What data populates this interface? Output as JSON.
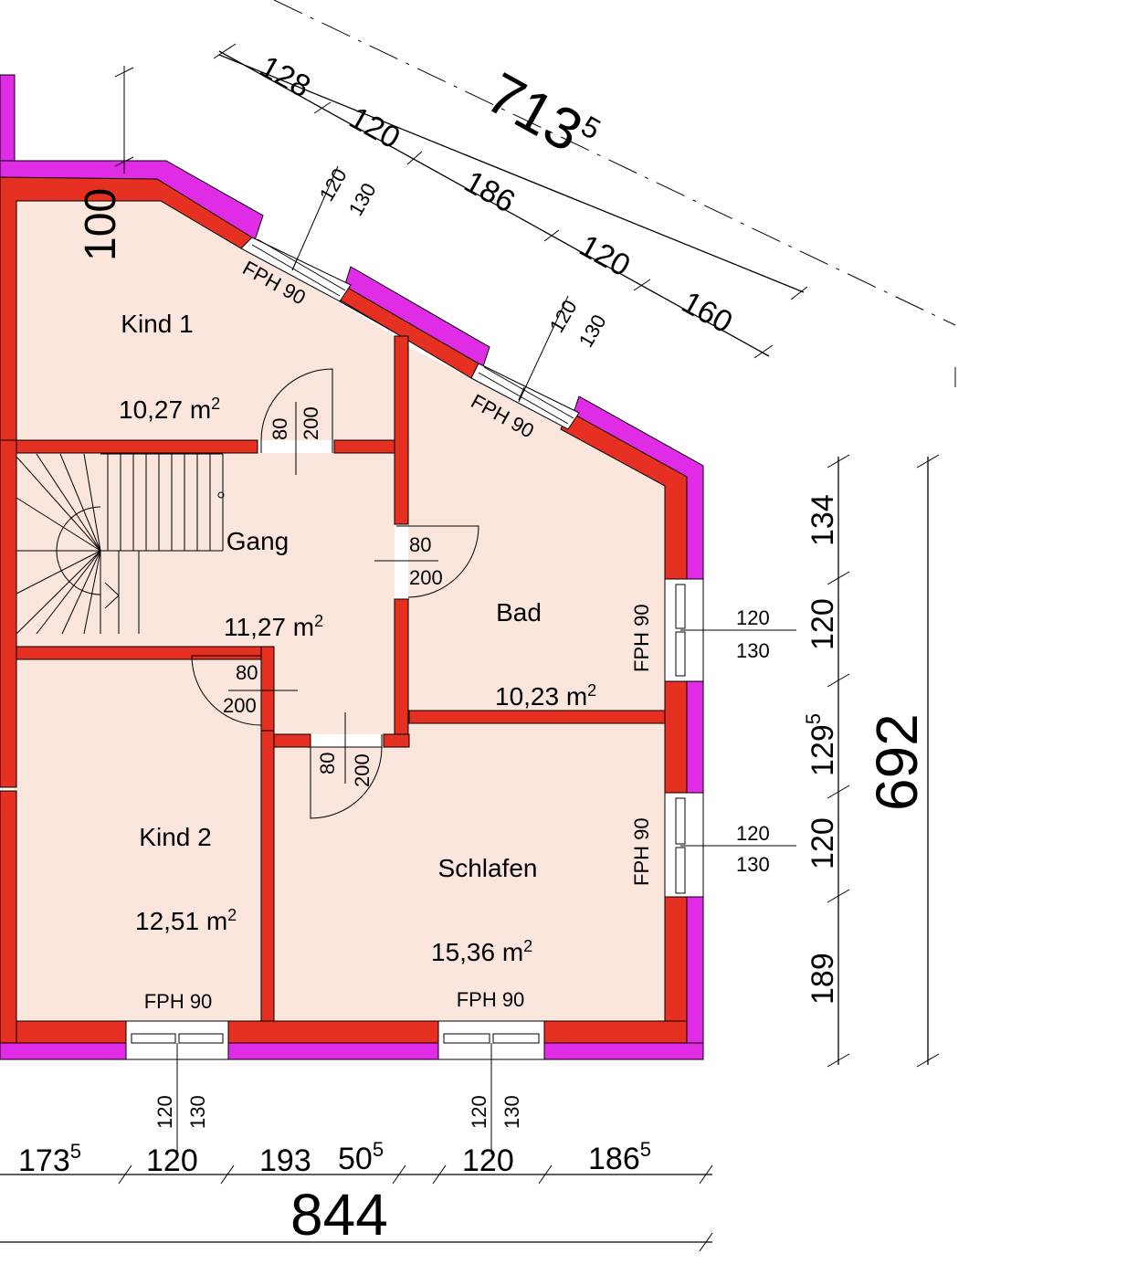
{
  "rooms": [
    {
      "id": "kind1",
      "name": "Kind 1",
      "area": "10,27 m",
      "area_sup": "2"
    },
    {
      "id": "gang",
      "name": "Gang",
      "area": "11,27 m",
      "area_sup": "2"
    },
    {
      "id": "bad",
      "name": "Bad",
      "area": "10,23 m",
      "area_sup": "2"
    },
    {
      "id": "kind2",
      "name": "Kind 2",
      "area": "12,51 m",
      "area_sup": "2"
    },
    {
      "id": "schlafen",
      "name": "Schlafen",
      "area": "15,36 m",
      "area_sup": "2"
    }
  ],
  "windows": {
    "label": "FPH 90",
    "width": "120",
    "height": "130"
  },
  "doors": {
    "width": "80",
    "height": "200"
  },
  "dimensions": {
    "diagonal_total": "713",
    "diagonal_total_sup": "5",
    "diagonal_parts": [
      "128",
      "120",
      "186",
      "120",
      "160"
    ],
    "wall_thickness": "100",
    "right_parts": [
      {
        "v": "134",
        "s": ""
      },
      {
        "v": "120",
        "s": ""
      },
      {
        "v": "129",
        "s": "5"
      },
      {
        "v": "120",
        "s": ""
      },
      {
        "v": "189",
        "s": ""
      }
    ],
    "right_total": "692",
    "bottom_parts": [
      {
        "v": "173",
        "s": "5"
      },
      {
        "v": "120",
        "s": ""
      },
      {
        "v": "193",
        "s": ""
      },
      {
        "v": "50",
        "s": "5"
      },
      {
        "v": "120",
        "s": ""
      },
      {
        "v": "186",
        "s": "5"
      }
    ],
    "bottom_total": "844"
  },
  "colors": {
    "wall_red": "#e63022",
    "insulation_magenta": "#e02ce6",
    "room_fill": "#fae6dc",
    "window_fill": "#ffffff"
  }
}
